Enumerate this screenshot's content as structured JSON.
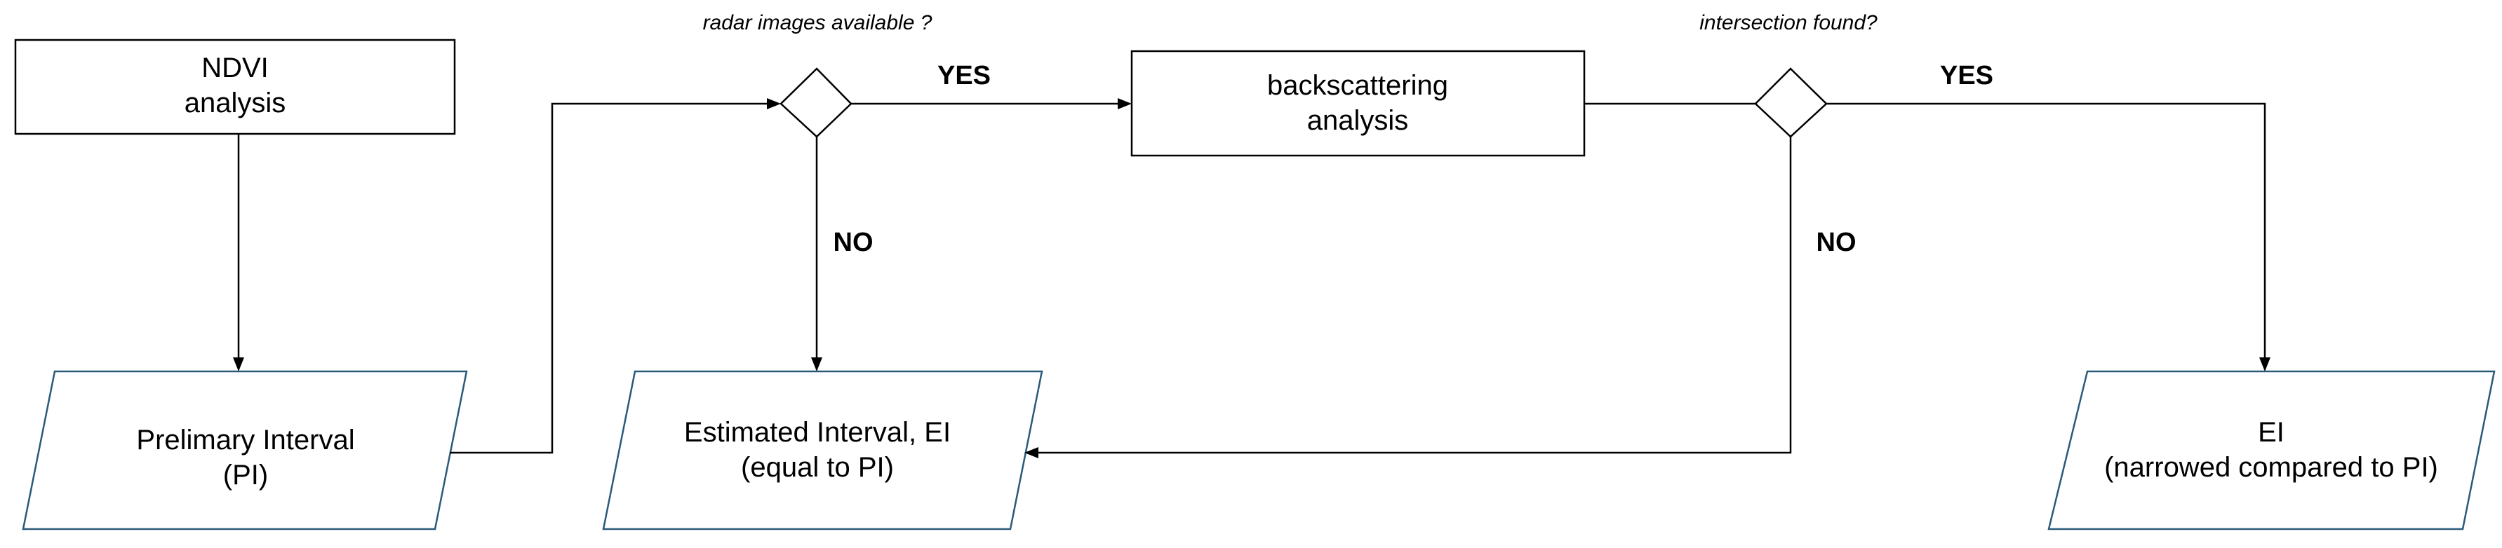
{
  "nodes": {
    "ndvi": {
      "line1": "NDVI",
      "line2": "analysis"
    },
    "preliminary": {
      "line1": "Prelimary Interval",
      "line2": "(PI)"
    },
    "radar_question": "radar images available ?",
    "backscattering": {
      "line1": "backscattering",
      "line2": "analysis"
    },
    "intersection_question": "intersection found?",
    "estimated": {
      "line1": "Estimated Interval, EI",
      "line2": "(equal to PI)"
    },
    "ei_narrowed": {
      "line1": "EI",
      "line2": "(narrowed compared to PI)"
    }
  },
  "edges": {
    "radar_yes": "YES",
    "radar_no": "NO",
    "intersection_yes": "YES",
    "intersection_no": "NO"
  }
}
